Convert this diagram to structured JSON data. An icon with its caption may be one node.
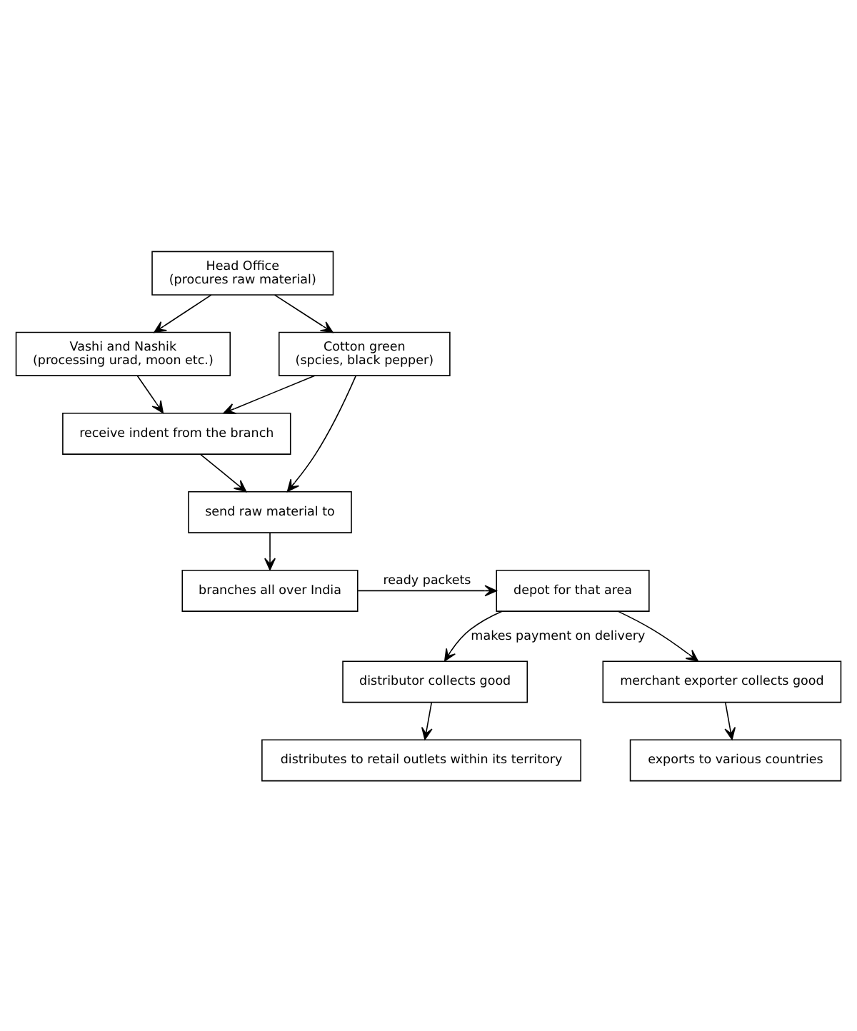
{
  "diagram": {
    "nodes": [
      {
        "text": [
          "Head Office",
          "(procures raw material)"
        ]
      },
      {
        "text": [
          "Vashi and Nashik",
          "(processing urad, moon etc.)"
        ]
      },
      {
        "text": [
          "Cotton green",
          "(spcies, black pepper)"
        ]
      },
      {
        "text": [
          "receive indent from the branch"
        ]
      },
      {
        "text": [
          "send raw material to"
        ]
      },
      {
        "text": [
          "branches all over India"
        ]
      },
      {
        "text": [
          "depot for that area"
        ]
      },
      {
        "text": [
          "distributor collects good"
        ]
      },
      {
        "text": [
          "merchant exporter collects good"
        ]
      },
      {
        "text": [
          "distributes to retail outlets within its territory"
        ]
      },
      {
        "text": [
          "exports to various countries"
        ]
      }
    ],
    "edges": [
      {
        "from": 0,
        "to": 1,
        "arrow": "to"
      },
      {
        "from": 0,
        "to": 2,
        "arrow": "to"
      },
      {
        "from": 1,
        "to": 3,
        "arrow": "to"
      },
      {
        "from": 2,
        "to": 3,
        "arrow": "to"
      },
      {
        "from": 2,
        "to": 4,
        "arrow": "to"
      },
      {
        "from": 3,
        "to": 4,
        "arrow": "to"
      },
      {
        "from": 4,
        "to": 5,
        "arrow": "to"
      },
      {
        "from": 5,
        "to": 6,
        "arrow": "to",
        "label": "ready packets"
      },
      {
        "from": 6,
        "to": 7,
        "arrow": "to",
        "label": "makes payment on delivery"
      },
      {
        "from": 6,
        "to": 8,
        "arrow": "to"
      },
      {
        "from": 7,
        "to": 9,
        "arrow": "to"
      },
      {
        "from": 8,
        "to": 10,
        "arrow": "to"
      }
    ]
  }
}
